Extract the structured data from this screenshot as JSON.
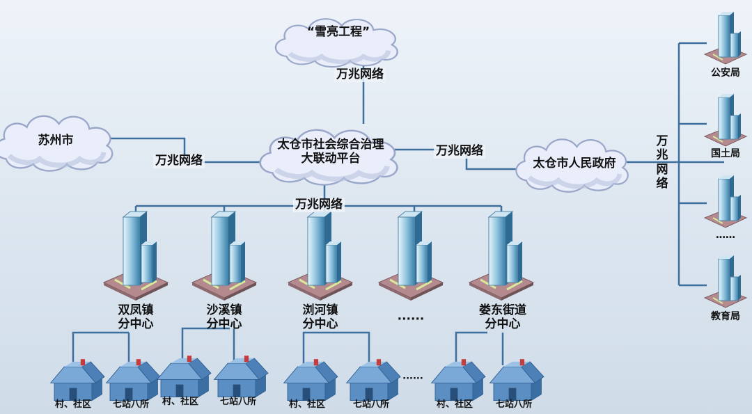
{
  "top_cloud": "“雪亮工程”",
  "center_platform": {
    "line1": "太仓市社会综合治理",
    "line2": "大联动平台"
  },
  "suzhou": "苏州市",
  "gov": "太仓市人民政府",
  "network": "万兆网络",
  "right_network_vertical": [
    "万",
    "兆",
    "网",
    "络"
  ],
  "departments": [
    "公安局",
    "国土局",
    "……",
    "教育局"
  ],
  "towns": [
    {
      "line1": "双凤镇",
      "line2": "分中心"
    },
    {
      "line1": "沙溪镇",
      "line2": "分中心"
    },
    {
      "line1": "浏河镇",
      "line2": "分中心"
    },
    {
      "line1": "······",
      "line2": ""
    },
    {
      "line1": "娄东街道",
      "line2": "分中心"
    }
  ],
  "houses": {
    "village": "村、社区",
    "station": "七站八所",
    "ellipsis": "······"
  }
}
